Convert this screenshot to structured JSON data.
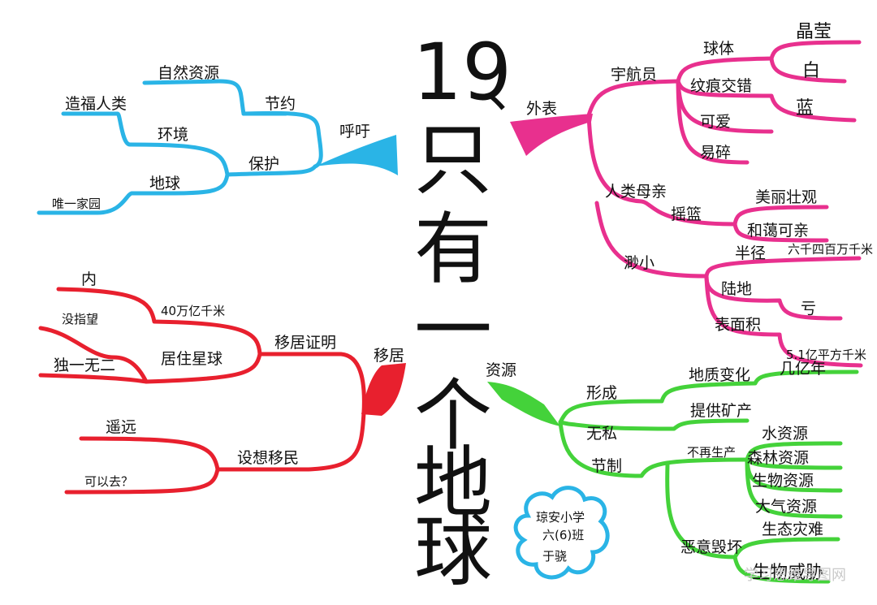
{
  "title": [
    "19",
    "、",
    "只",
    "有",
    "一",
    "个",
    "地",
    "球"
  ],
  "blue": {
    "root": "呼吁",
    "nodes": [
      "自然资源",
      "节约",
      "造福人类",
      "环境",
      "保护",
      "地球",
      "唯一家园"
    ]
  },
  "pink": {
    "root": "外表",
    "nodes": [
      "宇航员",
      "球体",
      "晶莹",
      "白",
      "蓝",
      "纹痕交错",
      "可爱",
      "易碎",
      "人类母亲",
      "摇篮",
      "美丽壮观",
      "和蔼可亲",
      "渺小",
      "半径",
      "六千四百万千米",
      "陆地",
      "亏",
      "表面积",
      "5.1亿平方千米"
    ]
  },
  "red": {
    "root": "移居",
    "nodes": [
      "内",
      "40万亿千米",
      "没指望",
      "居住星球",
      "独一无二",
      "移居证明",
      "遥远",
      "设想移民",
      "可以去？"
    ]
  },
  "green": {
    "root": "资源",
    "nodes": [
      "形成",
      "地质变化",
      "几亿年",
      "无私",
      "提供矿产",
      "节制",
      "不再生产",
      "水资源",
      "森林资源",
      "生物资源",
      "大气资源",
      "恶意毁坏",
      "生态灾难",
      "生物威胁"
    ]
  },
  "signature": [
    "琼安小学",
    "六(6)班",
    "于骁"
  ],
  "watermark": "学习思维导图网"
}
